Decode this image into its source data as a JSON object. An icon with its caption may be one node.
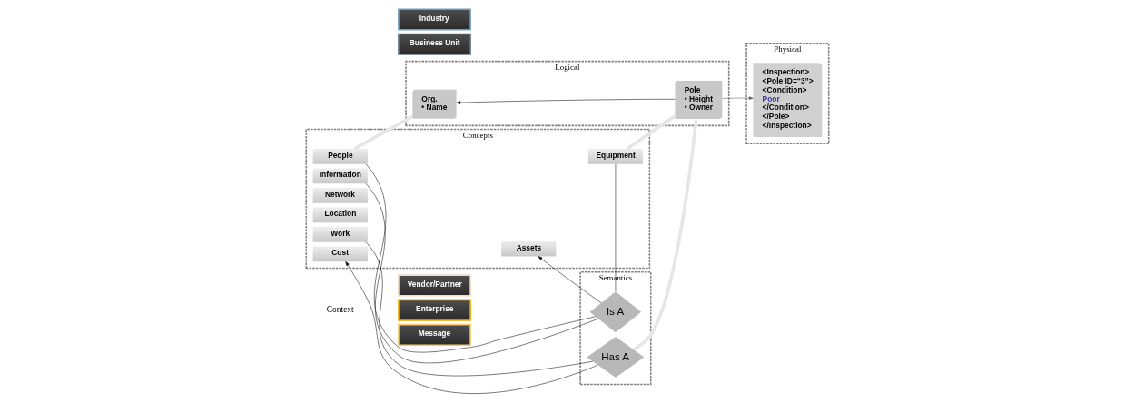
{
  "diagram": {
    "nodes": [
      {
        "text": [
          "Industry"
        ]
      },
      {
        "text": [
          "Business Unit"
        ]
      },
      {
        "text": [
          "Enterprise"
        ]
      },
      {
        "text": [
          "Message"
        ]
      },
      {
        "text": [
          "Vendor/Partner"
        ]
      },
      {
        "text": [
          "Concepts"
        ]
      },
      {
        "text": [
          "Assets"
        ],
        "in": 5
      },
      {
        "text": [
          "People"
        ],
        "in": 5
      },
      {
        "text": [
          "Equipment"
        ],
        "in": 5
      },
      {
        "text": [
          "Information"
        ],
        "in": 5
      },
      {
        "text": [
          "Network"
        ],
        "in": 5
      },
      {
        "text": [
          "Location"
        ],
        "in": 5
      },
      {
        "text": [
          "Work"
        ],
        "in": 5
      },
      {
        "text": [
          "Cost"
        ],
        "in": 5
      },
      {
        "text": [
          "Semantics"
        ]
      },
      {
        "text": [
          "Is A"
        ],
        "in": 14
      },
      {
        "text": [
          "Has A"
        ],
        "in": 14
      },
      {
        "text": [
          "Logical"
        ]
      },
      {
        "text": [
          "Pole",
          "• Height",
          "• Owner"
        ],
        "in": 17
      },
      {
        "text": [
          "Org.",
          "• Name"
        ],
        "in": 17
      },
      {
        "text": [
          "Physical"
        ]
      },
      {
        "text": [
          "<Inspection>",
          "<Pole ID=“3”>",
          "<Condition>",
          "Poor",
          "</Condition>",
          "</Pole>",
          "</Inspection>"
        ],
        "in": 20
      }
    ],
    "edges": [
      {
        "from": 15,
        "to": 6,
        "arrow": "to"
      },
      {
        "from": 15,
        "to": 7,
        "arrow": "none"
      },
      {
        "from": 15,
        "to": 8,
        "arrow": "none"
      },
      {
        "from": 15,
        "to": 9,
        "arrow": "none"
      },
      {
        "from": 16,
        "to": 12,
        "arrow": "none"
      },
      {
        "from": 16,
        "to": 13,
        "arrow": "to"
      },
      {
        "from": 18,
        "to": 21,
        "arrow": "to",
        "color": "#555555"
      },
      {
        "from": 18,
        "to": 19,
        "arrow": "to"
      },
      {
        "from": 7,
        "to": 19,
        "arrow": "none",
        "style": "thick",
        "color": "#e6e6e6"
      },
      {
        "from": 8,
        "to": 18,
        "arrow": "none",
        "style": "thick",
        "color": "#e6e6e6"
      },
      {
        "from": 16,
        "to": 18,
        "arrow": "none",
        "style": "thick",
        "color": "#e6e6e6"
      }
    ],
    "labels": [
      "Context"
    ]
  }
}
